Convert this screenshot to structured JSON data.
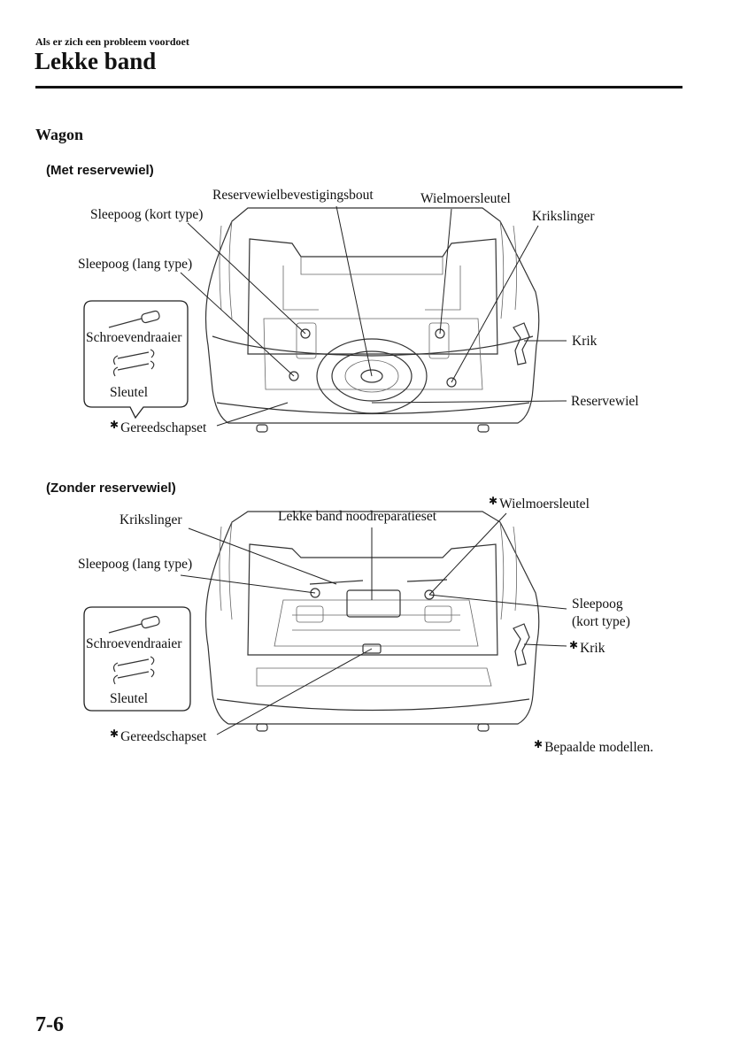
{
  "header": {
    "section": "Als er zich een probleem voordoet",
    "title": "Lekke band"
  },
  "subtitle": "Wagon",
  "figure_with_spare": {
    "heading": "(Met reservewiel)",
    "labels": {
      "bolt": "Reservewielbevestigingsbout",
      "lug_wrench": "Wielmoersleutel",
      "tow_short": "Sleepoog (kort type)",
      "jack_handle": "Krikslinger",
      "tow_long": "Sleepoog (lang type)",
      "jack": "Krik",
      "spare": "Reservewiel",
      "tool_set": "Gereedschapset"
    },
    "toolbox": {
      "screwdriver": "Schroevendraaier",
      "wrench": "Sleutel"
    },
    "asterisk_items": [
      "tool_set"
    ]
  },
  "figure_without_spare": {
    "heading": "(Zonder reservewiel)",
    "labels": {
      "lug_wrench": "Wielmoersleutel",
      "repair_kit": "Lekke band noodreparatieset",
      "jack_handle": "Krikslinger",
      "tow_long": "Sleepoog (lang type)",
      "tow_short_1": "Sleepoog",
      "tow_short_2": "(kort type)",
      "jack": "Krik",
      "tool_set": "Gereedschapset"
    },
    "toolbox": {
      "screwdriver": "Schroevendraaier",
      "wrench": "Sleutel"
    },
    "asterisk_items": [
      "lug_wrench",
      "jack",
      "tool_set"
    ]
  },
  "footnote": "Bepaalde modellen.",
  "asterisk_symbol": "✱",
  "page_number": "7-6"
}
